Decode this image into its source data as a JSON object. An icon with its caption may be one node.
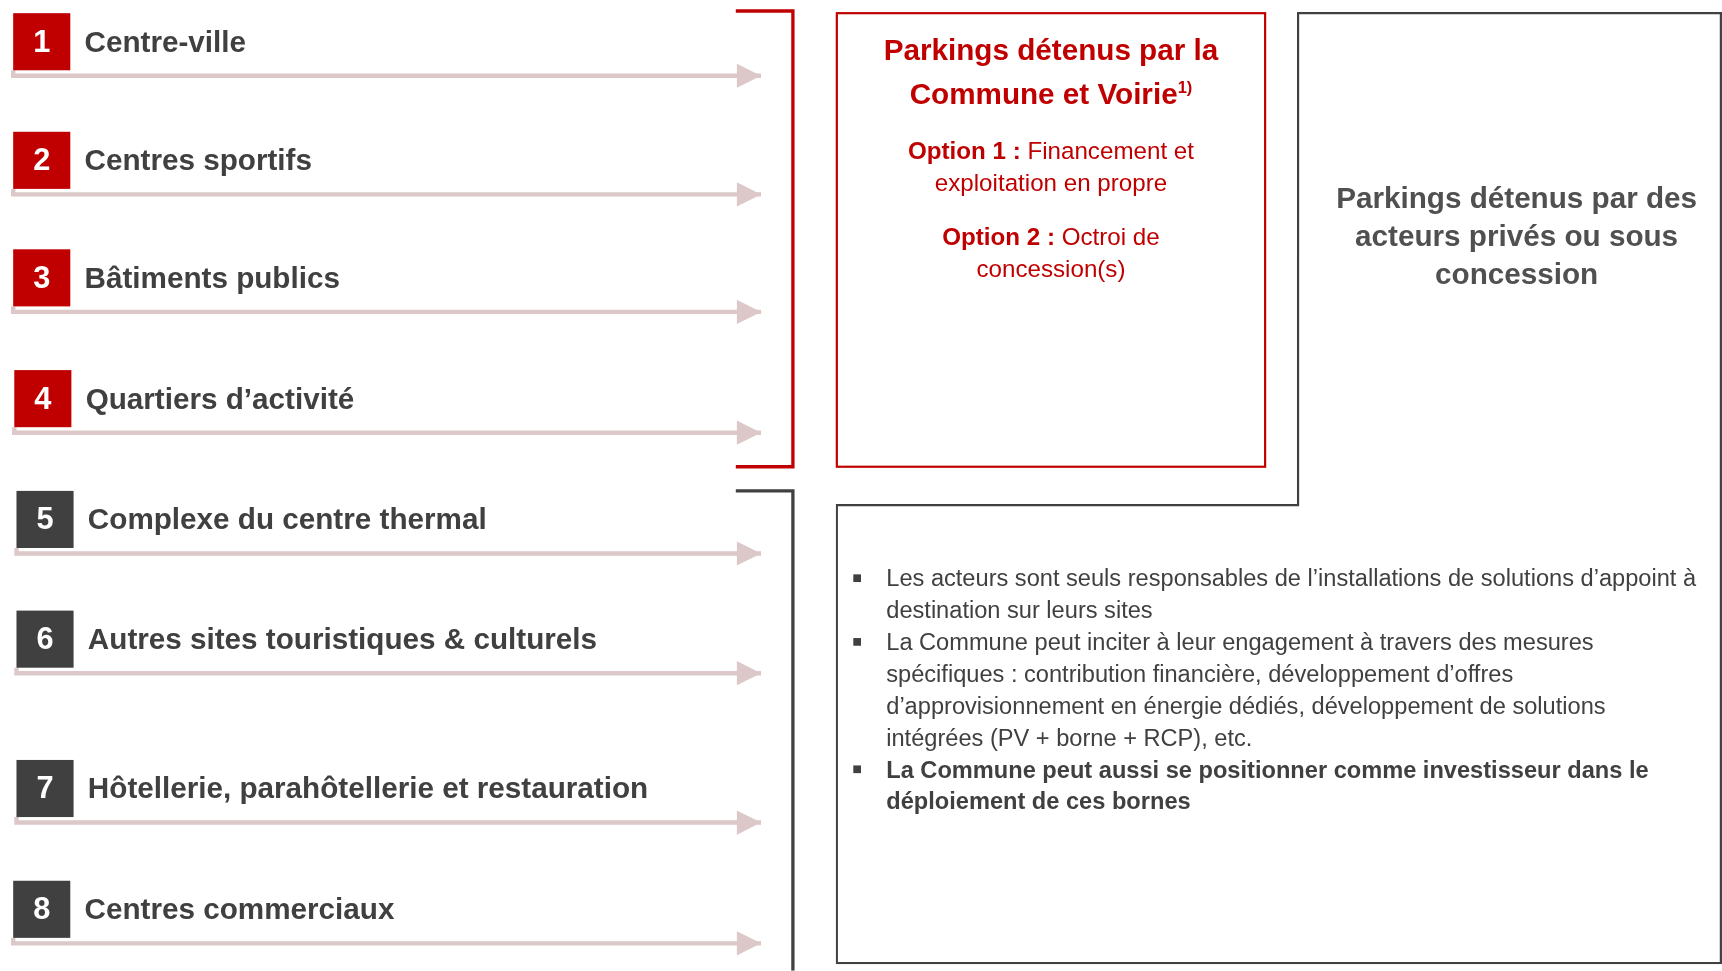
{
  "diagram": {
    "nodes": [
      {
        "text": [
          "1"
        ],
        "beside": [
          "Centre-ville"
        ]
      },
      {
        "text": [
          "2"
        ],
        "beside": [
          "Centres sportifs"
        ]
      },
      {
        "text": [
          "3"
        ],
        "beside": [
          "Bâtiments publics"
        ]
      },
      {
        "text": [
          "4"
        ],
        "beside": [
          "Quartiers d’activité"
        ]
      },
      {
        "text": [
          "5"
        ],
        "beside": [
          "Complexe du centre thermal"
        ]
      },
      {
        "text": [
          "6"
        ],
        "beside": [
          "Autres sites touristiques & culturels"
        ]
      },
      {
        "text": [
          "7"
        ],
        "beside": [
          "Hôtellerie, parahôtellerie et restauration"
        ]
      },
      {
        "text": [
          "8"
        ],
        "beside": [
          "Centres commerciaux"
        ]
      },
      {
        "text": [
          "Parkings détenus par la Commune et Voirie$^{1)}$",
          "**Option 1 :** Financement et exploitation en propre",
          "**Option 2 :** Octroi de concession(s)"
        ]
      },
      {
        "text": [
          "Parkings détenus par des acteurs privés ou sous concession",
          "Les acteurs sont seuls responsables de l’installations de solutions d’appoint à destination sur leurs sites",
          "La Commune peut inciter à leur engagement à travers des mesures spécifiques : contribution financière, développement d’offres d’approvisionnement en énergie dédiés, développement de solutions intégrées (PV + borne + RCP), etc.",
          "**La Commune peut aussi se positionner comme investisseur dans le déploiement de ces bornes**"
        ]
      }
    ],
    "edges": [
      {
        "from": 0,
        "to": null,
        "arrow": "to"
      },
      {
        "from": 1,
        "to": null,
        "arrow": "to"
      },
      {
        "from": 2,
        "to": null,
        "arrow": "to"
      },
      {
        "from": 3,
        "to": null,
        "arrow": "to"
      },
      {
        "from": 4,
        "to": null,
        "arrow": "to"
      },
      {
        "from": 5,
        "to": null,
        "arrow": "to"
      },
      {
        "from": 6,
        "to": null,
        "arrow": "to"
      },
      {
        "from": 7,
        "to": null,
        "arrow": "to"
      }
    ]
  }
}
